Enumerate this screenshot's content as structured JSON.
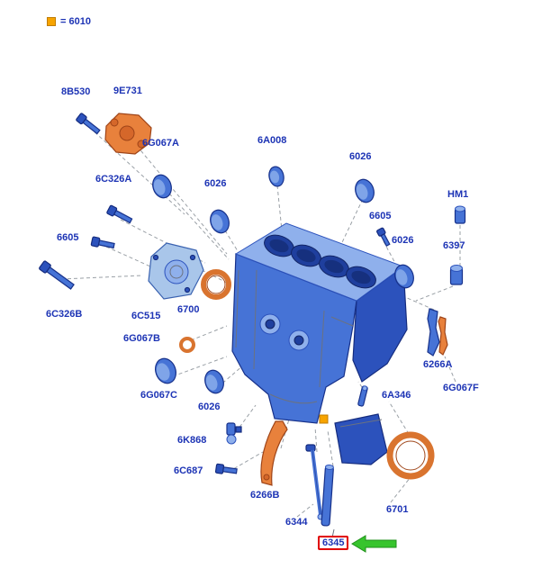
{
  "legend": {
    "symbol": "orange-square",
    "text": "= 6010"
  },
  "labels": [
    {
      "text": "8B530"
    },
    {
      "text": "9E731"
    },
    {
      "text": "6G067A"
    },
    {
      "text": "6A008"
    },
    {
      "text": "6026"
    },
    {
      "text": "6C326A"
    },
    {
      "text": "6026"
    },
    {
      "text": "HM1"
    },
    {
      "text": "6605"
    },
    {
      "text": "6026"
    },
    {
      "text": "6397"
    },
    {
      "text": "6605"
    },
    {
      "text": "6C326B"
    },
    {
      "text": "6C515"
    },
    {
      "text": "6700"
    },
    {
      "text": "6G067B"
    },
    {
      "text": "6266A"
    },
    {
      "text": "6G067C"
    },
    {
      "text": "6026"
    },
    {
      "text": "6G067F"
    },
    {
      "text": "6A346"
    },
    {
      "text": "6K868"
    },
    {
      "text": "6C687"
    },
    {
      "text": "6266B"
    },
    {
      "text": "6344"
    },
    {
      "text": "6701"
    }
  ],
  "highlight": {
    "text": "6345"
  },
  "colors": {
    "label_blue": "#1d34b5",
    "part_blue": "#4673d6",
    "part_orange": "#e8813c",
    "legend_orange": "#f7a400",
    "highlight_red": "#e00000",
    "arrow_green": "#37c42d"
  }
}
